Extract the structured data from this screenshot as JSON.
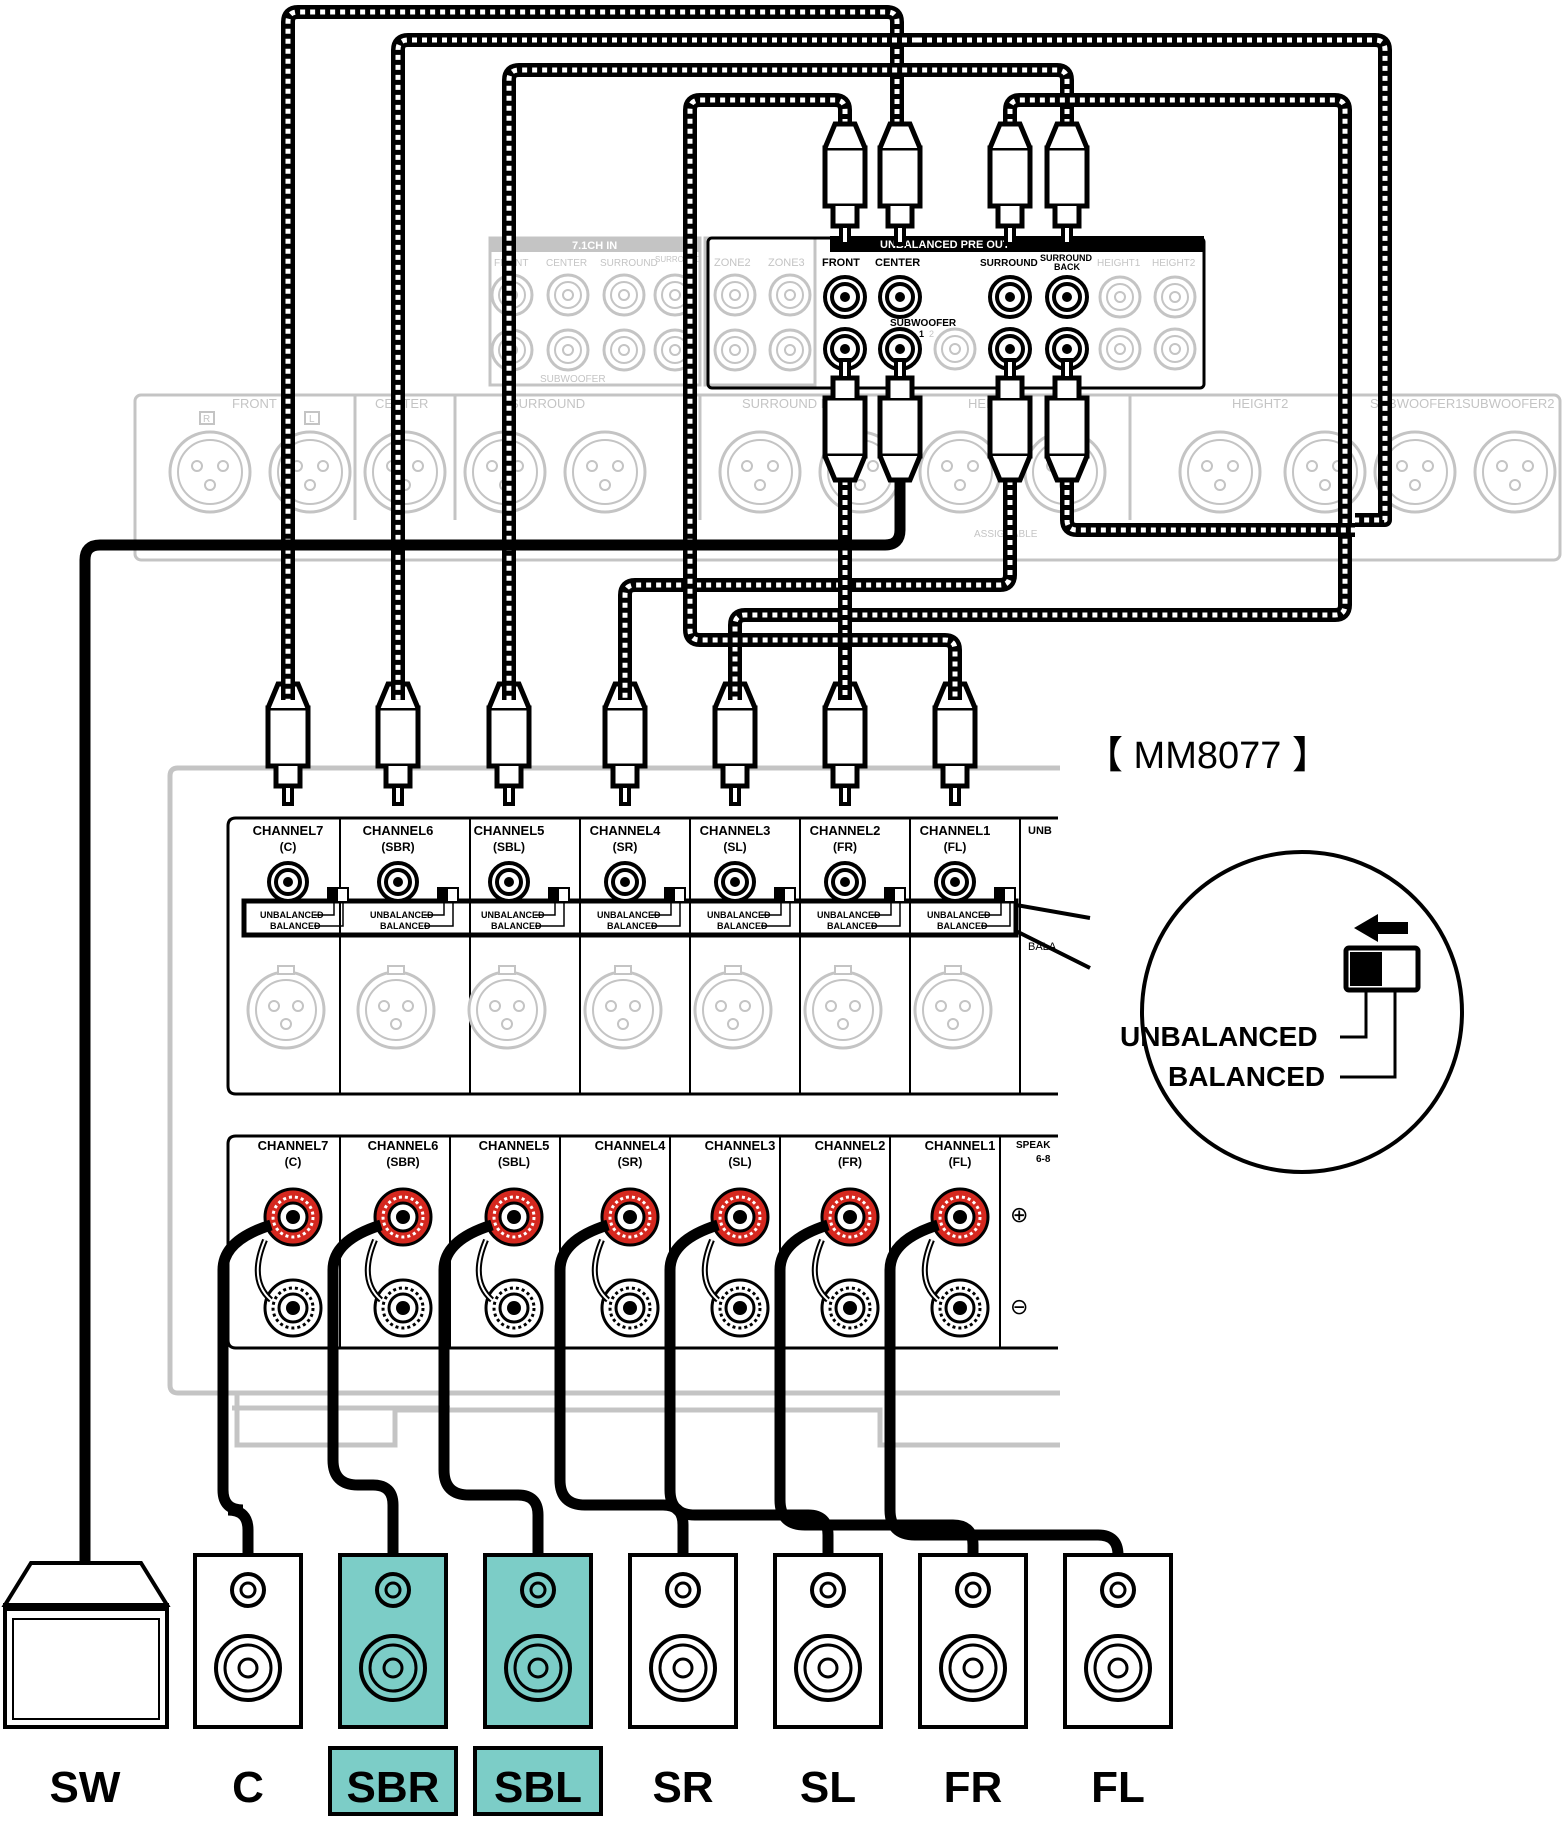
{
  "diagram": {
    "model_label": "【 MM8077 】",
    "processor_panel": {
      "seven_one_in_header": "7.1CH IN",
      "seven_one_in_labels": [
        "FRONT",
        "CENTER",
        "SURROUND",
        "SURROUND BACK"
      ],
      "seven_one_subwoofer_label": "SUBWOOFER",
      "zone_labels": [
        "ZONE2",
        "ZONE3"
      ],
      "preout_header": "UNBALANCED PRE OUT",
      "preout_labels": [
        "FRONT",
        "CENTER",
        "SURROUND",
        "SURROUND",
        "BACK",
        "HEIGHT1",
        "HEIGHT2"
      ],
      "subwoofer_label": "SUBWOOFER",
      "subwoofer_numbers": [
        "1",
        "2"
      ],
      "balanced_groups": [
        "FRONT",
        "CENTER",
        "SURROUND",
        "SURROUND BACK",
        "HEIGHT1",
        "HEIGHT2",
        "SUBWOOFER1",
        "SUBWOOFER2"
      ],
      "assignable_label": "ASSIGNABLE",
      "rl_labels": [
        "R",
        "L"
      ]
    },
    "amp_channels": [
      {
        "name": "CHANNEL7",
        "sub": "(C)"
      },
      {
        "name": "CHANNEL6",
        "sub": "(SBR)"
      },
      {
        "name": "CHANNEL5",
        "sub": "(SBL)"
      },
      {
        "name": "CHANNEL4",
        "sub": "(SR)"
      },
      {
        "name": "CHANNEL3",
        "sub": "(SL)"
      },
      {
        "name": "CHANNEL2",
        "sub": "(FR)"
      },
      {
        "name": "CHANNEL1",
        "sub": "(FL)"
      }
    ],
    "switch_labels": {
      "unbalanced": "UNBALANCED",
      "balanced": "BALANCED"
    },
    "panel_edge_labels": {
      "unbalanced": "UNB",
      "balanced": "BALA",
      "speaker": "SPEAK",
      "speaker_sub": "6-8"
    },
    "polarity": {
      "plus": "⊕",
      "minus": "⊖"
    },
    "callout": {
      "unbalanced": "UNBALANCED",
      "balanced": "BALANCED"
    },
    "speakers": [
      "SW",
      "C",
      "SBR",
      "SBL",
      "SR",
      "SL",
      "FR",
      "FL"
    ],
    "highlighted_speakers": [
      "SBR",
      "SBL"
    ],
    "colors": {
      "highlight": "#7ccdc7",
      "terminal_red": "#d5281f",
      "panel_gray": "#c4c4c4",
      "line_black": "#000000"
    }
  }
}
